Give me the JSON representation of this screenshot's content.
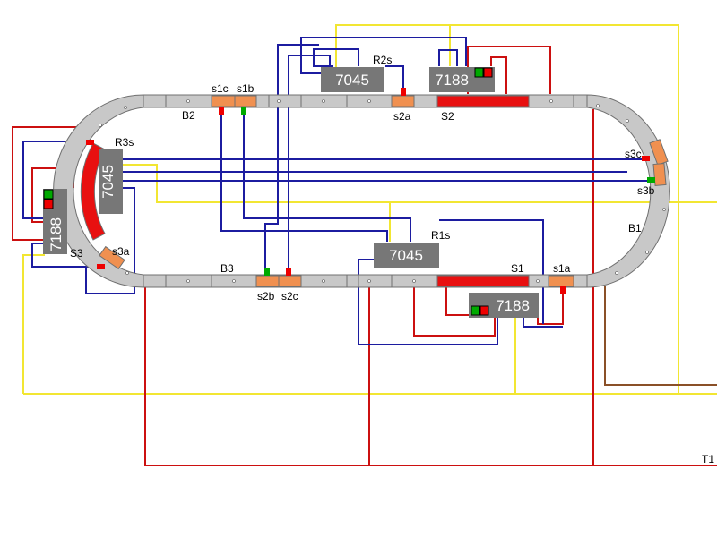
{
  "diagram": {
    "title": "",
    "colors": {
      "blue": "#1c1ca0",
      "red": "#cc1010",
      "yellow": "#f2e632",
      "brown": "#8a5028",
      "track": "#c8c8c8",
      "track_border": "#707070",
      "sensor": "#f09050",
      "stop_section": "#e81010",
      "module": "#777777",
      "signal_green": "#00aa00",
      "signal_red": "#ee0000"
    },
    "modules": {
      "m7045_top": "7045",
      "m7188_top": "7188",
      "m7045_left": "7045",
      "m7188_left": "7188",
      "m7045_bottom": "7045",
      "m7188_bottom": "7188"
    },
    "labels": {
      "r2s": "R2s",
      "r3s": "R3s",
      "r1s": "R1s",
      "s1c": "s1c",
      "s1b": "s1b",
      "b2": "B2",
      "s2a": "s2a",
      "s2": "S2",
      "s3c": "s3c",
      "s3b": "s3b",
      "b1": "B1",
      "s3": "S3",
      "s3a": "s3a",
      "b3": "B3",
      "s2b": "s2b",
      "s2c": "s2c",
      "s1": "S1",
      "s1a": "s1a",
      "t1": "T1"
    }
  }
}
